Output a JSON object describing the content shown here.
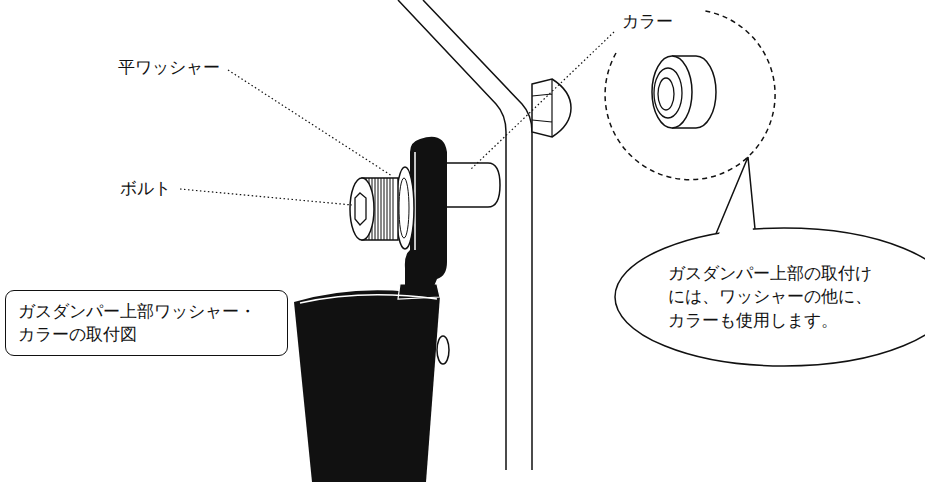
{
  "diagram": {
    "nodes": [
      {
        "text": [
          "ガスダンパー上部の取付け には、ワッシャーの他に、 カラーも使用します。"
        ]
      },
      {
        "text": [
          "ガスダンパー上部ワッシャー・ カラーの取付図"
        ]
      }
    ],
    "labels": [
      "カラー",
      "平ワッシャー",
      "ボルト"
    ]
  }
}
